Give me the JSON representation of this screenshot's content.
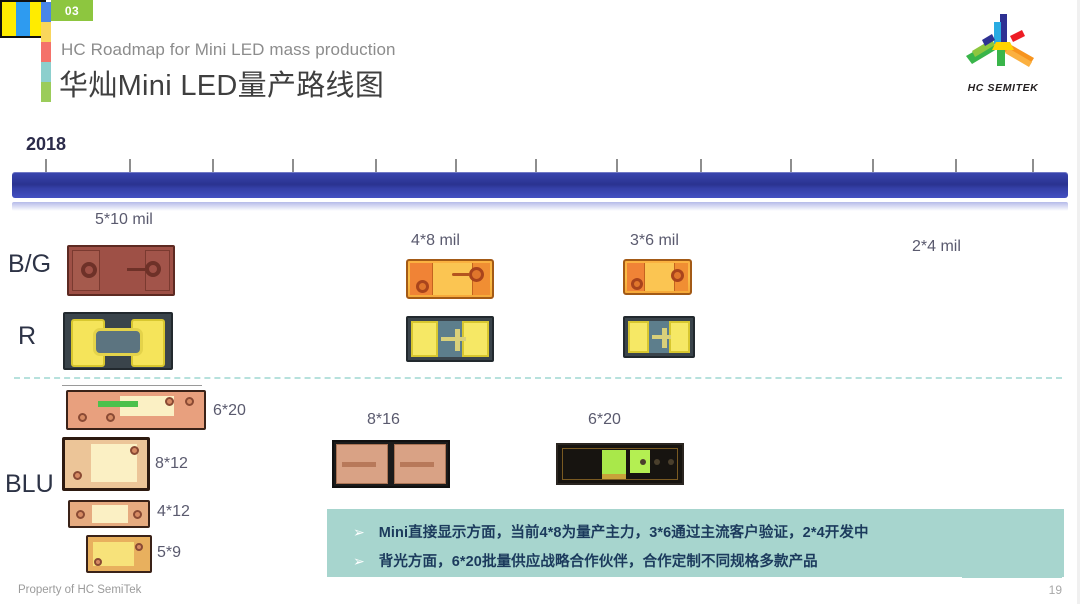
{
  "header": {
    "badge": "03",
    "subtitle": "HC Roadmap for Mini LED mass production",
    "title": "华灿Mini LED量产路线图",
    "colorbar": [
      "#4a86e8",
      "#f9d65c",
      "#f4726a",
      "#8ccfcd",
      "#9bcc5a"
    ],
    "badge_color": "#8dc63f"
  },
  "logo": {
    "name": "hc-semitek-logo",
    "text": "HC SEMITEK",
    "colors": [
      "#0b3fa0",
      "#e8352c",
      "#f7a81b",
      "#00a651",
      "#8dc63f",
      "#2e3192"
    ]
  },
  "timeline": {
    "year": "2018",
    "bar_color": "#2a3390",
    "tick_count": 13
  },
  "rows": [
    {
      "label": "B/G"
    },
    {
      "label": "R"
    },
    {
      "label": "BLU"
    }
  ],
  "display_chips": {
    "captions": [
      "5*10 mil",
      "4*8 mil",
      "3*6 mil",
      "2*4 mil"
    ],
    "stripe_colors": [
      "#ffec00",
      "#2e9bf0",
      "#ffec00"
    ]
  },
  "blu_chips": {
    "left_captions": [
      "6*20",
      "8*12",
      "4*12",
      "5*9"
    ],
    "center_captions": [
      "8*16",
      "6*20"
    ]
  },
  "callout": {
    "background": "#a7d5ce",
    "bullet_glyph": "➢",
    "lines": [
      "Mini直接显示方面，当前4*8为量产主力，3*6通过主流客户验证，2*4开发中",
      "背光方面，6*20批量供应战略合作伙伴，合作定制不同规格多款产品"
    ]
  },
  "footer": {
    "property": "Property of HC SemiTek",
    "page_number": "19"
  }
}
